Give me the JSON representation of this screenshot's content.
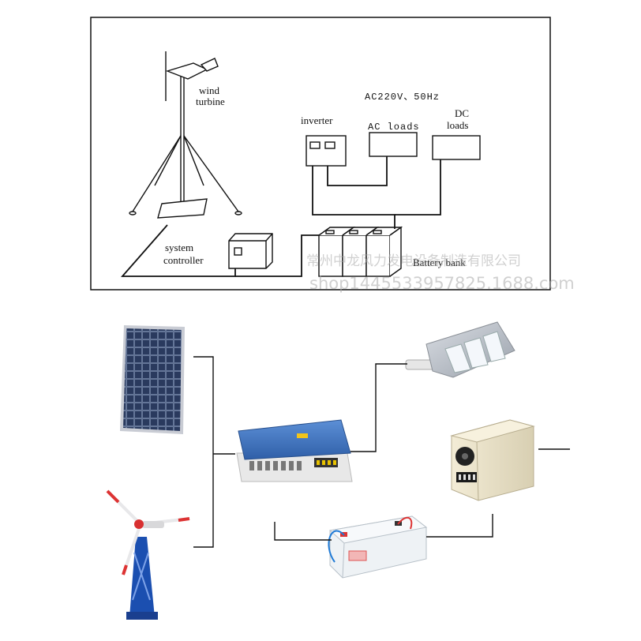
{
  "top_diagram": {
    "wind_turbine_label_line1": "wind",
    "wind_turbine_label_line2": "turbine",
    "ac_spec": "AC220V、50Hz",
    "inverter_label": "inverter",
    "ac_loads_label": "AC loads",
    "dc_loads_label_line1": "DC",
    "dc_loads_label_line2": "loads",
    "system_controller_label_line1": "system",
    "system_controller_label_line2": "controller",
    "battery_bank_label": "Battery bank"
  },
  "watermark": {
    "line1": "常州中龙风力发电设备制造有限公司",
    "line2": "shop1445533957825.1688.com"
  },
  "colors": {
    "line": "#111111",
    "controller_blue": "#3d6fb5",
    "controller_body": "#e8e8e8",
    "solar_cell": "#1f2a44",
    "battery_body": "#e9eef2",
    "inverter_cream": "#efe7cf"
  }
}
